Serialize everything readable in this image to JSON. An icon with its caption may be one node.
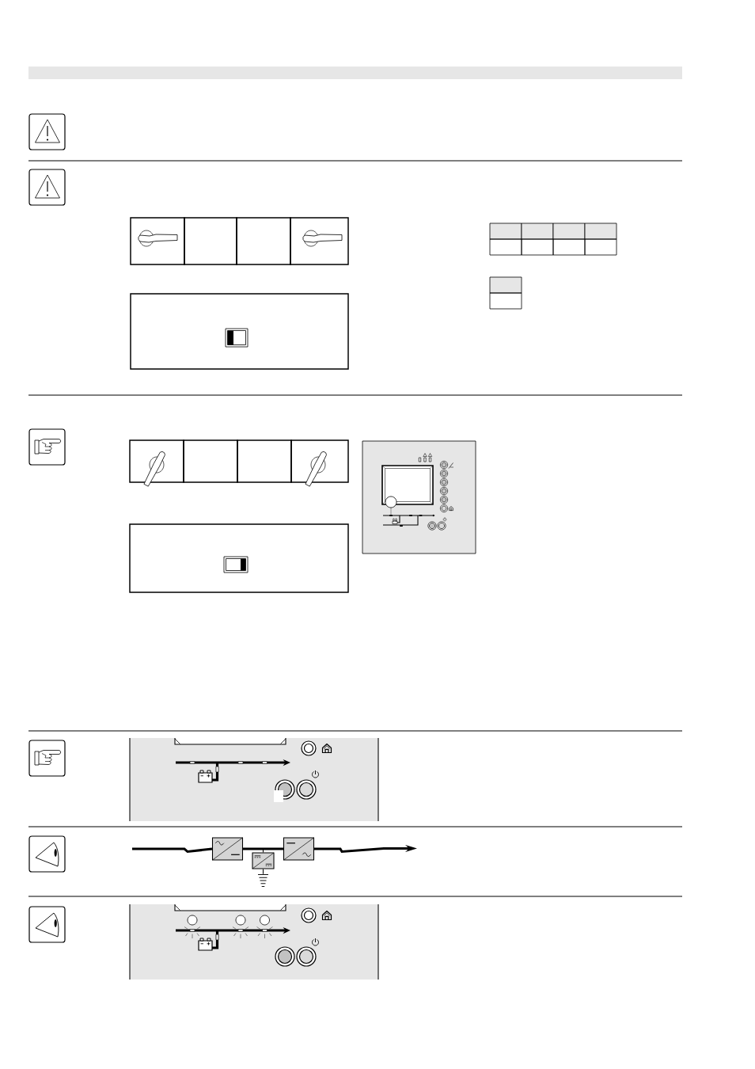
{
  "diagram": {
    "nodes": [
      {
        "text": [],
        "shape": "box"
      },
      {
        "text": [],
        "shape": "box"
      },
      {
        "text": [],
        "shape": "box"
      },
      {
        "text": [],
        "shape": "picture"
      }
    ],
    "edges": [
      {
        "from": null,
        "to": 0,
        "arrow": "none"
      },
      {
        "from": 0,
        "to": 2,
        "arrow": "none"
      },
      {
        "from": 0,
        "to": 1,
        "arrow": "none"
      },
      {
        "from": 1,
        "to": 3,
        "arrow": "none"
      },
      {
        "from": 2,
        "to": null,
        "arrow": "to"
      }
    ]
  }
}
